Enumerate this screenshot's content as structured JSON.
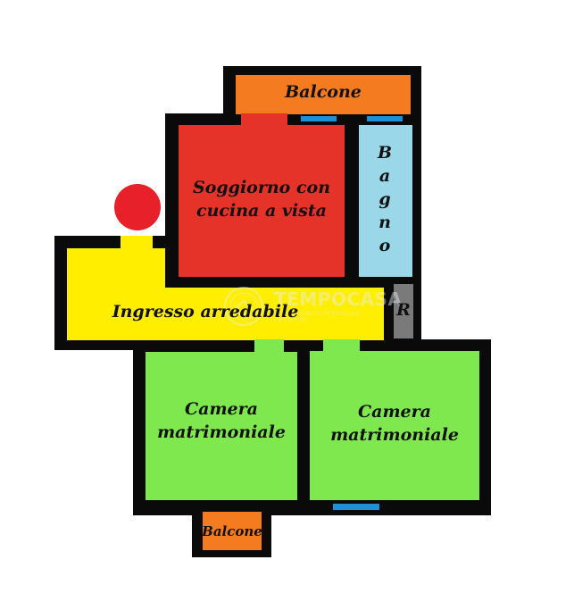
{
  "colors": {
    "wall": "#0a0a0a",
    "balcony": "#f47b20",
    "living": "#e53329",
    "bathroom": "#9ad7e8",
    "storage": "#7a7a7a",
    "hall": "#ffee00",
    "bedroom": "#7fe84f",
    "window": "#1e90d8",
    "marker": "#e8202a"
  },
  "rooms": {
    "balcony_top": "Balcone",
    "living_line1": "Soggiorno con",
    "living_line2": "cucina a vista",
    "bathroom": "Bagno",
    "storage": "R",
    "hall": "Ingresso arredabile",
    "bedroom_left_line1": "Camera",
    "bedroom_left_line2": "matrimoniale",
    "bedroom_right_line1": "Camera",
    "bedroom_right_line2": "matrimoniale",
    "balcony_bottom": "Balcone"
  },
  "watermark": {
    "brand": "TEMPOCASA",
    "tagline": "PROFESSIONISTI IMMOBILIARI DA SEMPRE",
    "seal_text": "TEMPOCASA"
  },
  "markers": {
    "entrance": "entrance-marker"
  }
}
